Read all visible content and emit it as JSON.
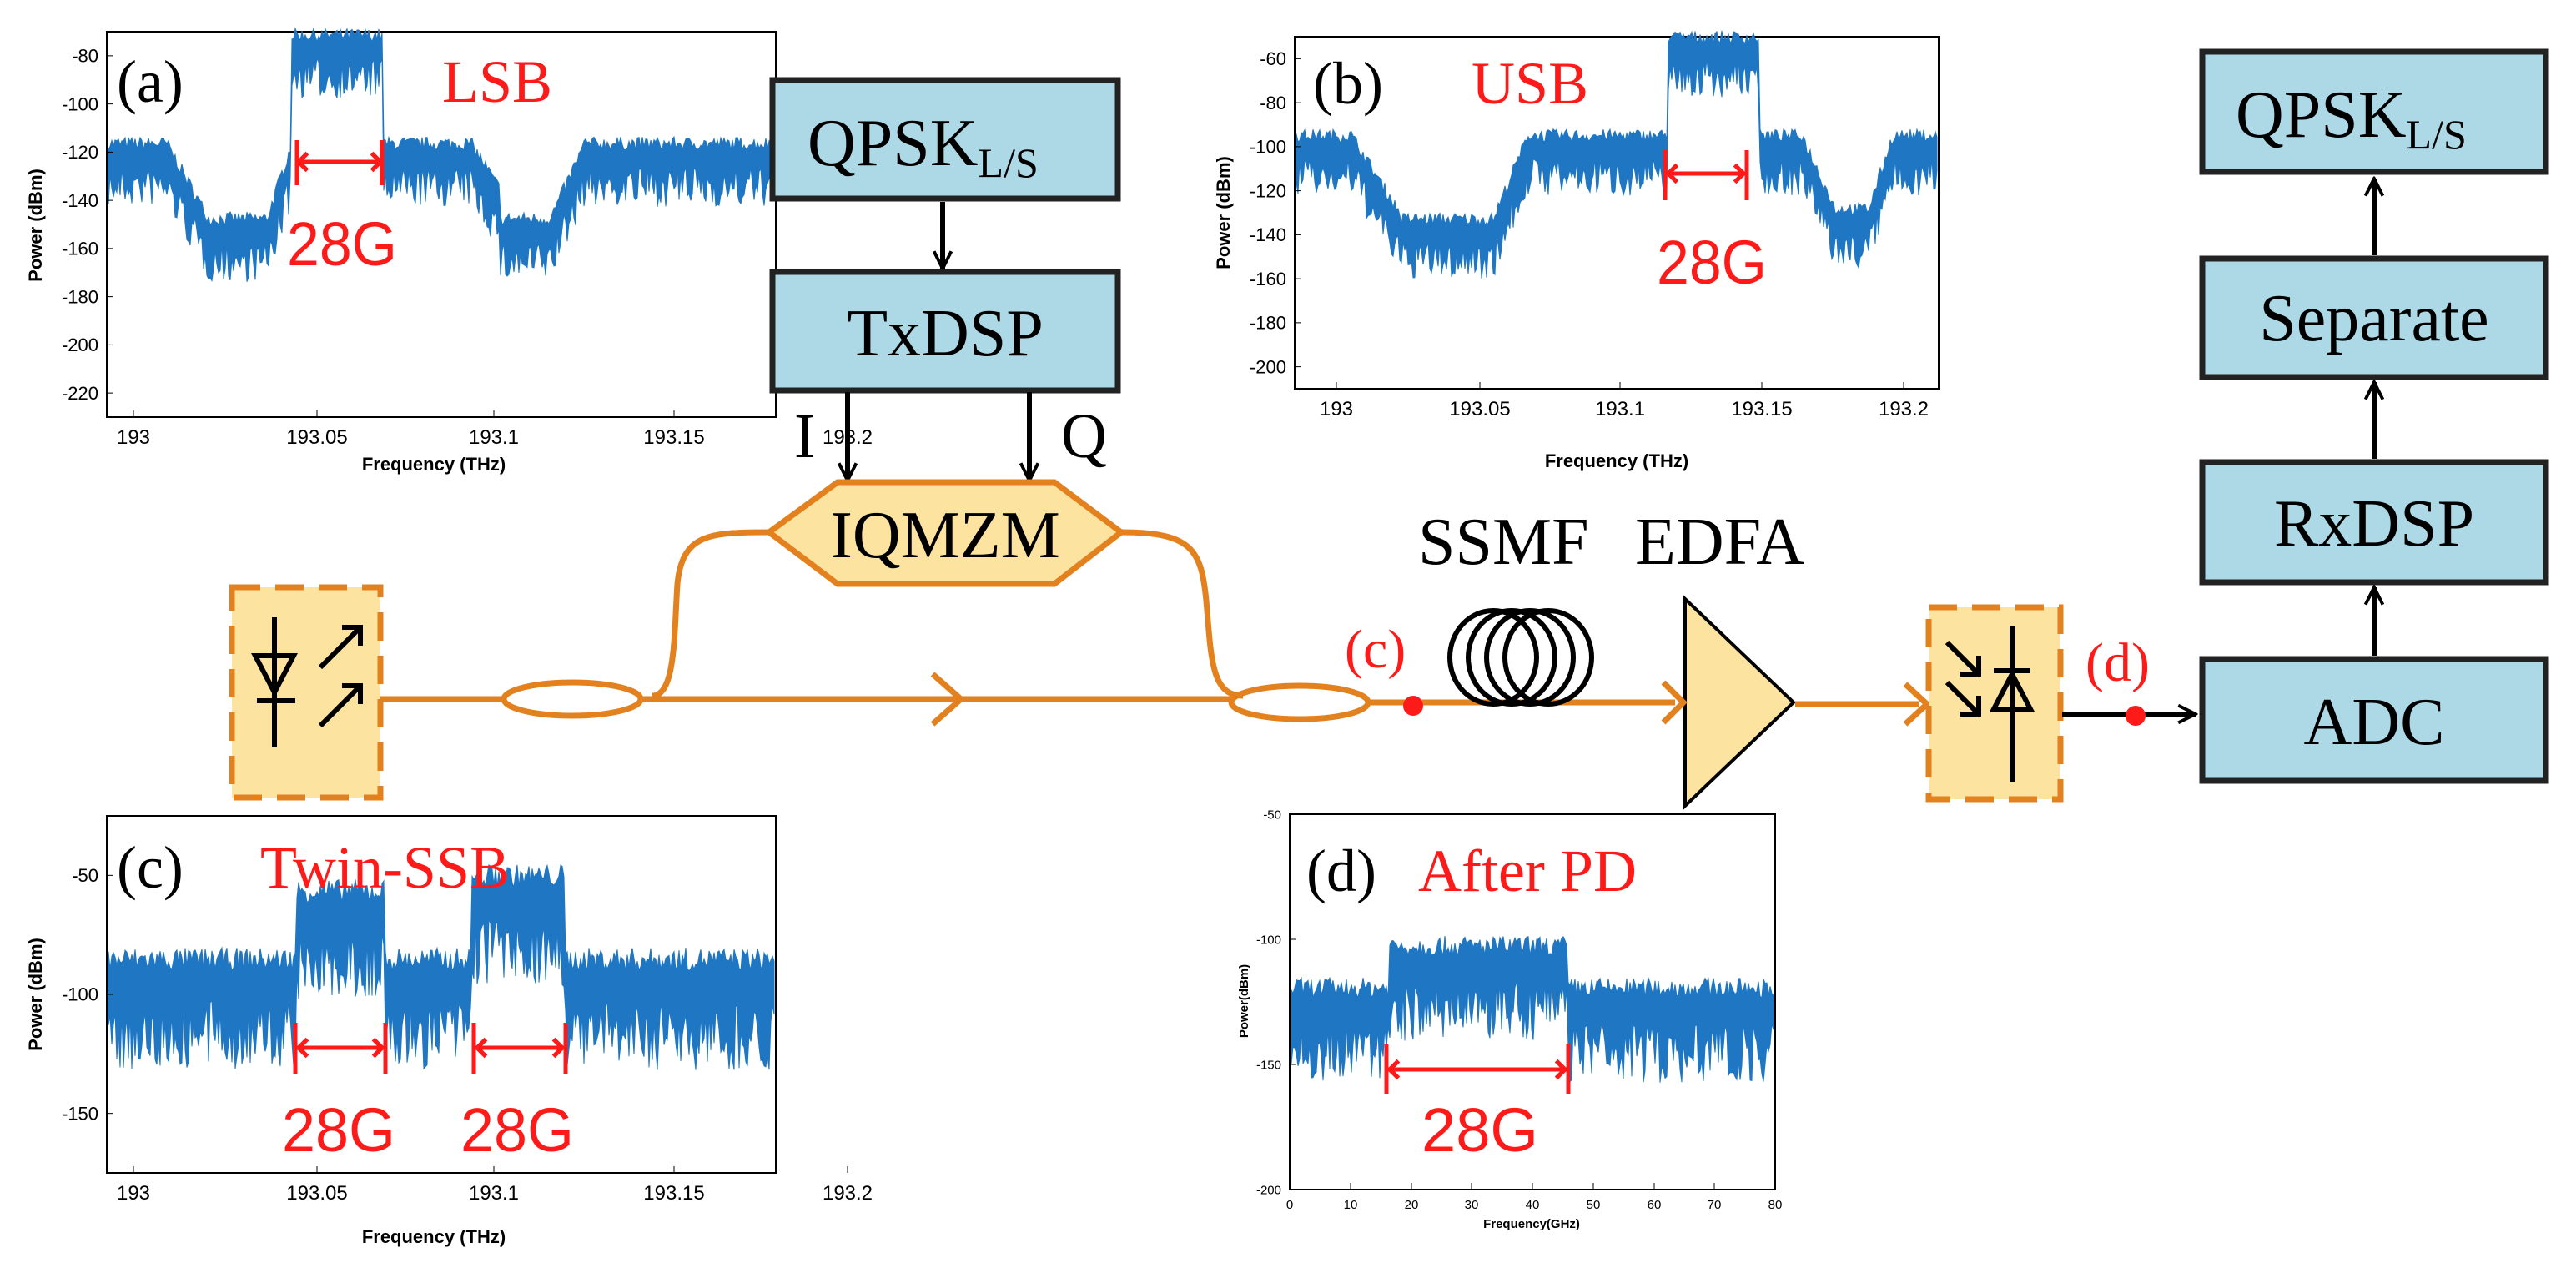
{
  "colors": {
    "spectrum": "#1f77c4",
    "fiber": "#e3811f",
    "box_fill": "#add8e6",
    "component_fill": "#fde3a0",
    "annotation_red": "#ff1a1a",
    "line": "#000000"
  },
  "blocks": {
    "qpsk_tx": {
      "main": "QPSK",
      "sub": "L/S"
    },
    "txdsp": "TxDSP",
    "qpsk_rx": {
      "main": "QPSK",
      "sub": "L/S"
    },
    "separate": "Separate",
    "rxdsp": "RxDSP",
    "adc": "ADC",
    "iqmzm": "IQMZM"
  },
  "signal_labels": {
    "i": "I",
    "q": "Q"
  },
  "link_labels": {
    "ssmf": "SSMF",
    "edfa": "EDFA",
    "point_c": "(c)",
    "point_d": "(d)"
  },
  "icons": [
    "laser-icon",
    "photodetector-icon",
    "fiber-coil-icon",
    "amplifier-icon"
  ],
  "panels": {
    "a": {
      "tag": "(a)",
      "title": "LSB",
      "ylabel": "Power (dBm)",
      "xlabel": "Frequency (THz)",
      "yticks": [
        "-80",
        "-100",
        "-120",
        "-140",
        "-160",
        "-180",
        "-200",
        "-220"
      ],
      "xticks": [
        "193",
        "193.05",
        "193.1",
        "193.15",
        "193.2"
      ],
      "bandwidth_labels": [
        "28G"
      ]
    },
    "b": {
      "tag": "(b)",
      "title": "USB",
      "ylabel": "Power (dBm)",
      "xlabel": "Frequency (THz)",
      "yticks": [
        "-60",
        "-80",
        "-100",
        "-120",
        "-140",
        "-160",
        "-180",
        "-200"
      ],
      "xticks": [
        "193",
        "193.05",
        "193.1",
        "193.15",
        "193.2"
      ],
      "bandwidth_labels": [
        "28G"
      ]
    },
    "c": {
      "tag": "(c)",
      "title": "Twin-SSB",
      "ylabel": "Power (dBm)",
      "xlabel": "Frequency (THz)",
      "yticks": [
        "-50",
        "-100",
        "-150"
      ],
      "xticks": [
        "193",
        "193.05",
        "193.1",
        "193.15",
        "193.2"
      ],
      "bandwidth_labels": [
        "28G",
        "28G"
      ]
    },
    "d": {
      "tag": "(d)",
      "title": "After PD",
      "ylabel": "Power(dBm)",
      "xlabel": "Frequency(GHz)",
      "yticks": [
        "-50",
        "-100",
        "-150",
        "-200"
      ],
      "xticks": [
        "0",
        "10",
        "20",
        "30",
        "40",
        "50",
        "60",
        "70",
        "80"
      ],
      "bandwidth_labels": [
        "28G"
      ]
    }
  }
}
